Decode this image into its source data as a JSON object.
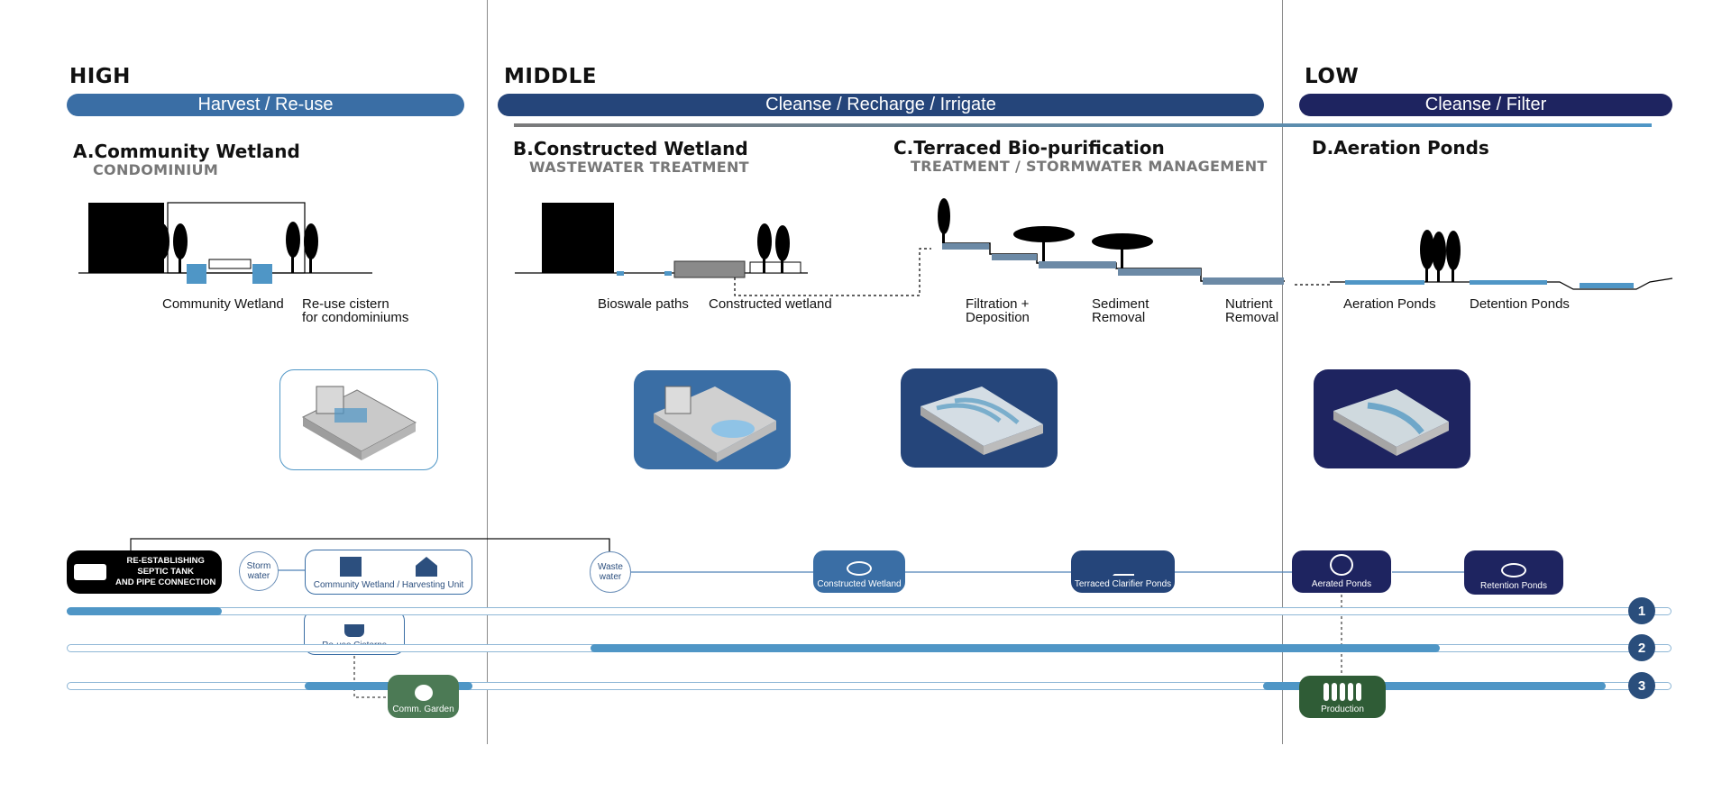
{
  "zones": {
    "high": "HIGH",
    "middle": "MIDDLE",
    "low": "LOW"
  },
  "bars": {
    "harvest": "Harvest / Re-use",
    "cleanse_recharge": "Cleanse / Recharge / Irrigate",
    "cleanse_filter": "Cleanse / Filter"
  },
  "colors": {
    "blue_mid": "#3a6ea5",
    "blue_dark": "#25457a",
    "navy": "#1e2460",
    "light_blue": "#4f96c6",
    "green": "#4c7a55",
    "green_dark": "#2f5c36"
  },
  "sections": {
    "a": {
      "title": "A.Community Wetland",
      "subtitle": "CONDOMINIUM",
      "labels": [
        "Community Wetland",
        "Re-use cistern",
        "for condominiums"
      ]
    },
    "b": {
      "title": "B.Constructed Wetland",
      "subtitle": "WASTEWATER TREATMENT",
      "labels": [
        "Bioswale paths",
        "Constructed wetland"
      ]
    },
    "c": {
      "title": "C.Terraced Bio-purification",
      "subtitle": "TREATMENT / STORMWATER MANAGEMENT",
      "labels": [
        "Filtration +",
        "Deposition",
        "Sediment",
        "Removal",
        "Nutrient",
        "Removal"
      ]
    },
    "d": {
      "title": "D.Aeration Ponds",
      "labels": [
        "Aeration Ponds",
        "Detention Ponds"
      ]
    }
  },
  "flow": {
    "septic": [
      "RE-ESTABLISHING",
      "SEPTIC TANK",
      "AND PIPE CONNECTION"
    ],
    "storm": [
      "Storm",
      "water"
    ],
    "waste": [
      "Waste",
      "water"
    ],
    "community_wetland": "Community Wetland / Harvesting Unit",
    "reuse_cisterns": "Re-use Cisterns",
    "constructed_wetland": "Constructed Wetland",
    "terraced_ponds": "Terraced Clarifier Ponds",
    "aerated_ponds": "Aerated Ponds",
    "retention_ponds": "Retention Ponds",
    "comm_garden": "Comm. Garden",
    "production": "Production"
  },
  "tracks": [
    "1",
    "2",
    "3"
  ],
  "icons": [
    "septic-tank-icon",
    "building-icon",
    "water-drop-icon",
    "house-rain-icon",
    "cistern-icon",
    "wetland-icon",
    "reeds-icon",
    "trees-icon",
    "pond-icon",
    "garden-icon",
    "poplar-trees-icon"
  ]
}
